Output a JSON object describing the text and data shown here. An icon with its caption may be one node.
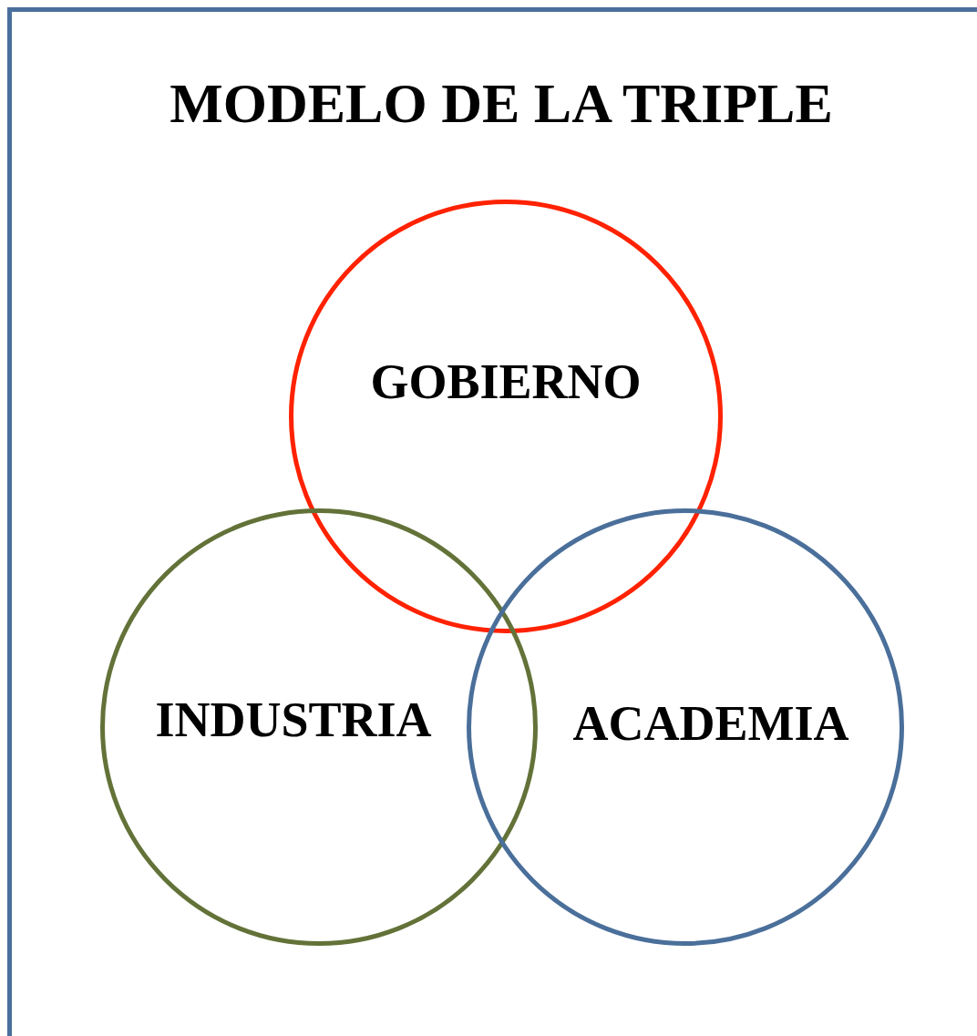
{
  "diagram": {
    "title": "MODELO DE LA TRIPLE",
    "nodes": [
      {
        "text": [
          "GOBIERNO"
        ]
      },
      {
        "text": [
          "INDUSTRIA"
        ]
      },
      {
        "text": [
          "ACADEMIA"
        ]
      }
    ]
  }
}
